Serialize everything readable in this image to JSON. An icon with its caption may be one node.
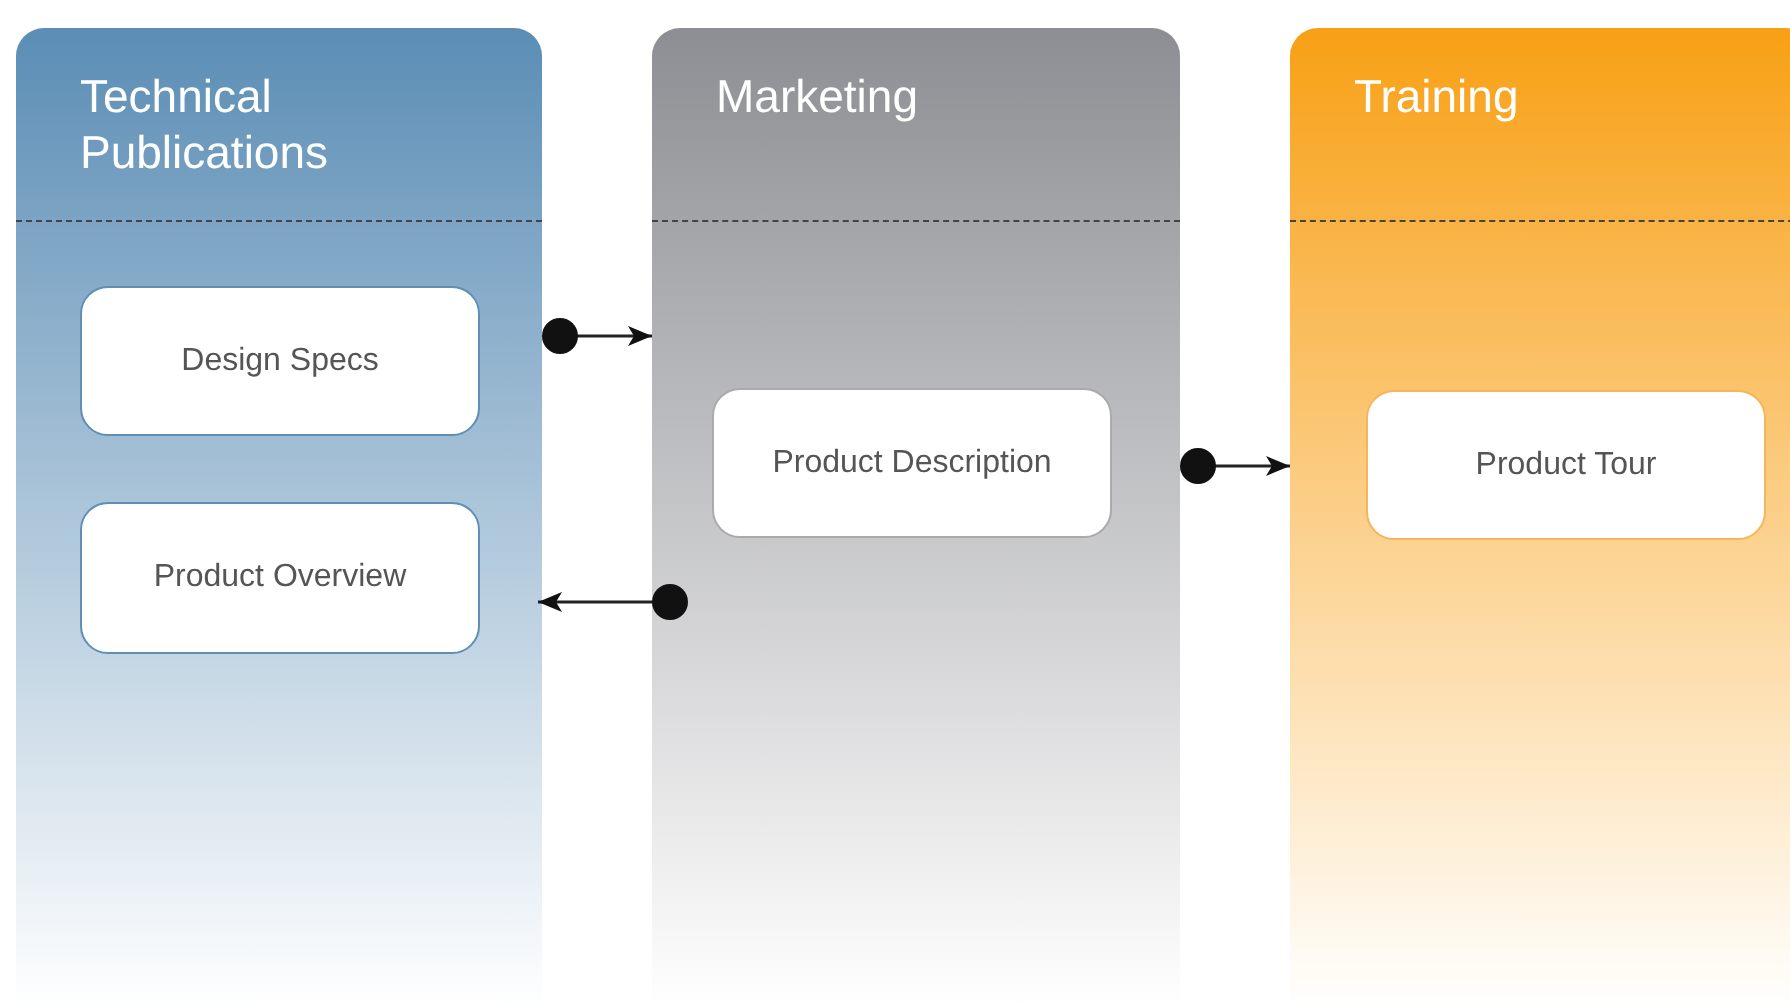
{
  "diagram": {
    "nodes": [
      {
        "text": [
          "Technical Publications"
        ]
      },
      {
        "text": [
          "Design Specs"
        ],
        "in": 0
      },
      {
        "text": [
          "Product Overview"
        ],
        "in": 0
      },
      {
        "text": [
          "Marketing"
        ]
      },
      {
        "text": [
          "Product Description"
        ],
        "in": 3
      },
      {
        "text": [
          "Training"
        ]
      },
      {
        "text": [
          "Product Tour"
        ],
        "in": 5
      }
    ],
    "edges": [
      {
        "from": 0,
        "to": 3,
        "arrow": "to"
      },
      {
        "from": 3,
        "to": 0,
        "arrow": "to"
      },
      {
        "from": 3,
        "to": 5,
        "arrow": "to"
      }
    ]
  }
}
